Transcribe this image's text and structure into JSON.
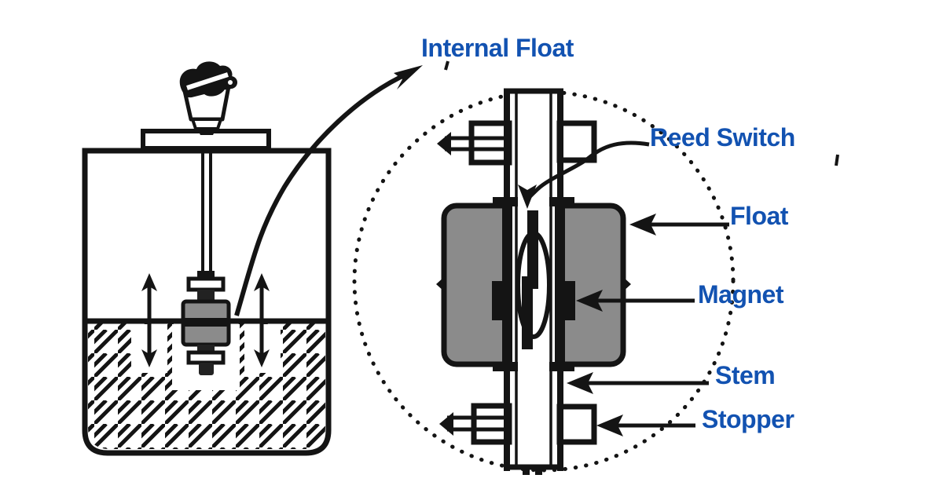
{
  "labels": {
    "internal_float": "Internal Float",
    "reed_switch": "Reed Switch",
    "float": "Float",
    "magnet": "Magnet",
    "stem": "Stem",
    "stopper": "Stopper"
  },
  "colors": {
    "label_text": "#1252b1",
    "float_fill": "#8b8b8b",
    "line": "#141414",
    "background": "#ffffff"
  }
}
